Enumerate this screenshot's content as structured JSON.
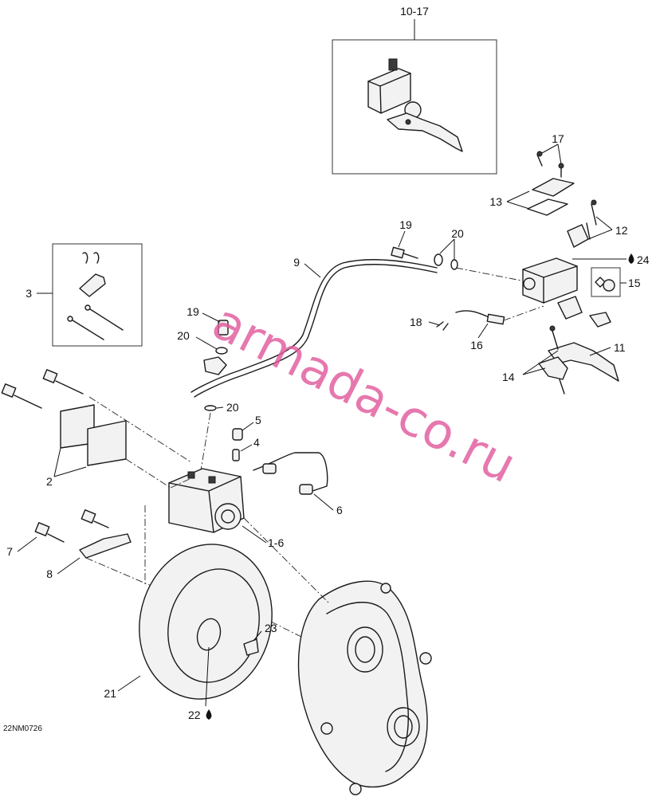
{
  "diagram": {
    "doc_code": "22NM0726",
    "watermark": "armada-co.ru",
    "labels": {
      "l_10_17": "10-17",
      "l_17": "17",
      "l_13": "13",
      "l_12": "12",
      "l_19a": "19",
      "l_20a": "20",
      "l_9": "9",
      "l_24": "24",
      "l_15": "15",
      "l_3": "3",
      "l_18": "18",
      "l_16": "16",
      "l_11": "11",
      "l_19b": "19",
      "l_20b": "20",
      "l_14": "14",
      "l_20c": "20",
      "l_5": "5",
      "l_4": "4",
      "l_2": "2",
      "l_6": "6",
      "l_7": "7",
      "l_1_6": "1-6",
      "l_8": "8",
      "l_23": "23",
      "l_21": "21",
      "l_22": "22"
    },
    "colors": {
      "line": "#1a1a1a",
      "watermark": "#e05a9c"
    },
    "icons": {
      "lubricant": "oil-drop-icon",
      "inspect": "inspect-diamond-icon"
    }
  }
}
